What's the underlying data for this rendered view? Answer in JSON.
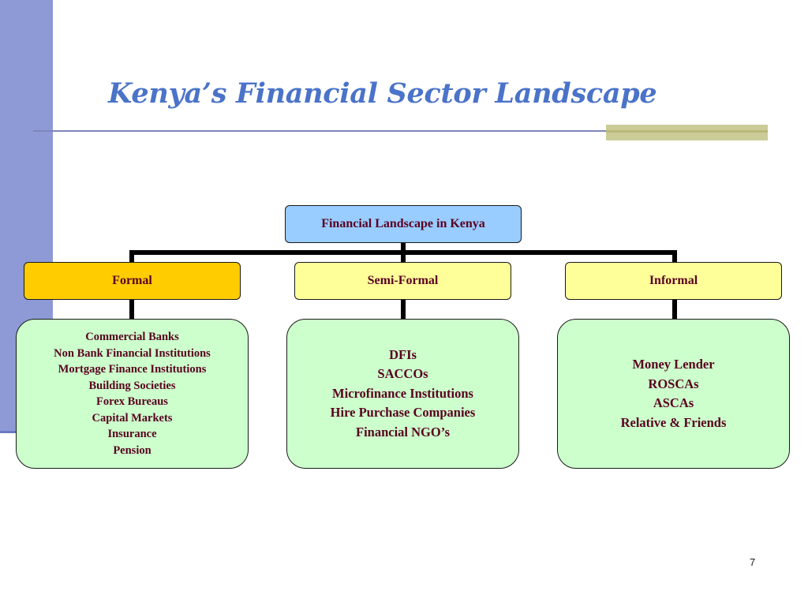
{
  "slide": {
    "title": "Kenya’s Financial Sector Landscape",
    "page_number": "7"
  },
  "colors": {
    "title": "#4a73c9",
    "side_bar": "#8d9ad6",
    "rule": "#7e86b8",
    "accent_bar": "#cccc99",
    "root_fill": "#99ccff",
    "formal_fill": "#ffcc00",
    "category_fill": "#ffff99",
    "list_fill": "#ccffcc",
    "node_text": "#5a0020"
  },
  "diagram": {
    "root": "Financial Landscape in Kenya",
    "categories": [
      {
        "label": "Formal",
        "items": [
          "Commercial Banks",
          "Non Bank Financial Institutions",
          "Mortgage Finance Institutions",
          "Building Societies",
          "Forex Bureaus",
          "Capital Markets",
          "Insurance",
          "Pension"
        ]
      },
      {
        "label": "Semi-Formal",
        "items": [
          "DFIs",
          "SACCOs",
          "Microfinance Institutions",
          "Hire Purchase Companies",
          "Financial NGO’s"
        ]
      },
      {
        "label": "Informal",
        "items": [
          "Money Lender",
          "ROSCAs",
          "ASCAs",
          "Relative & Friends"
        ]
      }
    ]
  }
}
